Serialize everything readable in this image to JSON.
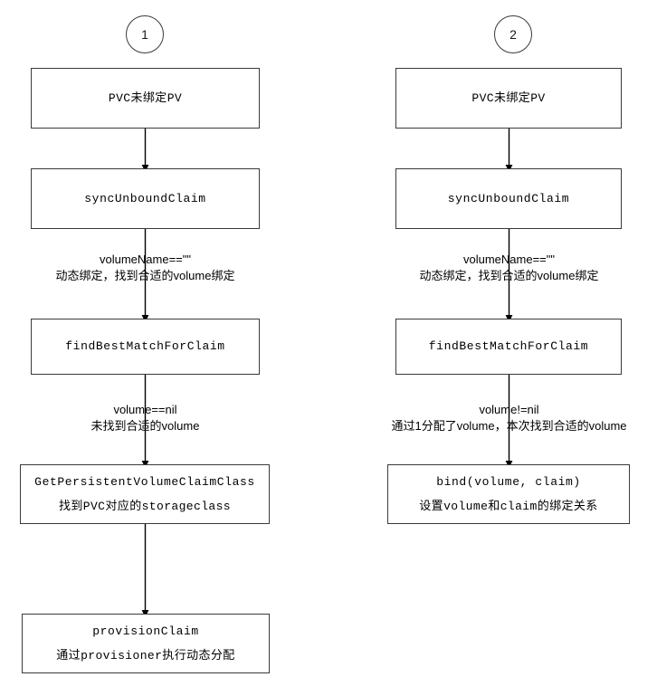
{
  "diagram": {
    "background": "#ffffff",
    "stroke": "#3a3a3a",
    "text_color": "#000000",
    "columns": [
      {
        "marker": "1",
        "nodes": [
          {
            "line1": "PVC未绑定PV",
            "line2": ""
          },
          {
            "line1": "syncUnboundClaim",
            "line2": ""
          },
          {
            "line1": "findBestMatchForClaim",
            "line2": ""
          },
          {
            "line1": "GetPersistentVolumeClaimClass",
            "line2": "找到PVC对应的storageclass"
          },
          {
            "line1": "provisionClaim",
            "line2": "通过provisioner执行动态分配"
          }
        ],
        "edge_labels": [
          {
            "l1": "volumeName==\"\"",
            "l2": "动态绑定，找到合适的volume绑定"
          },
          {
            "l1": "volume==nil",
            "l2": "未找到合适的volume"
          }
        ]
      },
      {
        "marker": "2",
        "nodes": [
          {
            "line1": "PVC未绑定PV",
            "line2": ""
          },
          {
            "line1": "syncUnboundClaim",
            "line2": ""
          },
          {
            "line1": "findBestMatchForClaim",
            "line2": ""
          },
          {
            "line1": "bind(volume, claim)",
            "line2": "设置volume和claim的绑定关系"
          }
        ],
        "edge_labels": [
          {
            "l1": "volumeName==\"\"",
            "l2": "动态绑定，找到合适的volume绑定"
          },
          {
            "l1": "volume!=nil",
            "l2": "通过1分配了volume，本次找到合适的volume"
          }
        ]
      }
    ]
  }
}
